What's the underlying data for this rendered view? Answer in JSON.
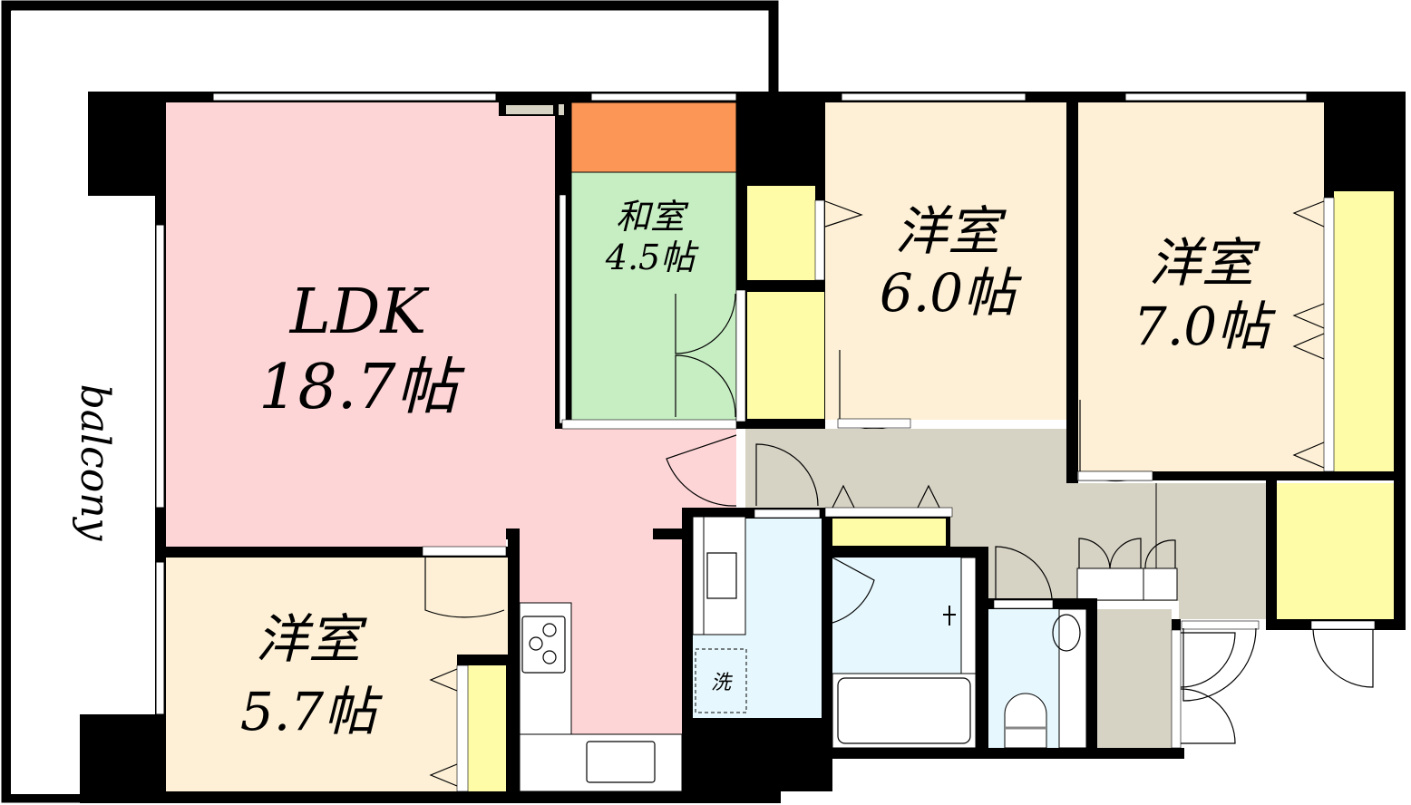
{
  "colors": {
    "ldk": "#fdd5d6",
    "washitsu": "#c7eec3",
    "oshiire_upper": "#fc9656",
    "yoshitsu": "#fdf0d6",
    "closet": "#fefca7",
    "hall": "#d6d2c4",
    "wet": "#e6f7fd",
    "wall": "#000000"
  },
  "balcony": {
    "label": "balcony"
  },
  "rooms": {
    "ldk": {
      "name": "LDK",
      "size": "18.7帖"
    },
    "washitsu": {
      "name": "和室",
      "size": "4.5帖"
    },
    "yoshitsu_a": {
      "name": "洋室",
      "size": "6.0帖"
    },
    "yoshitsu_b": {
      "name": "洋室",
      "size": "7.0帖"
    },
    "yoshitsu_c": {
      "name": "洋室",
      "size": "5.7帖"
    }
  },
  "fixtures": {
    "washer": {
      "label": "洗"
    }
  }
}
